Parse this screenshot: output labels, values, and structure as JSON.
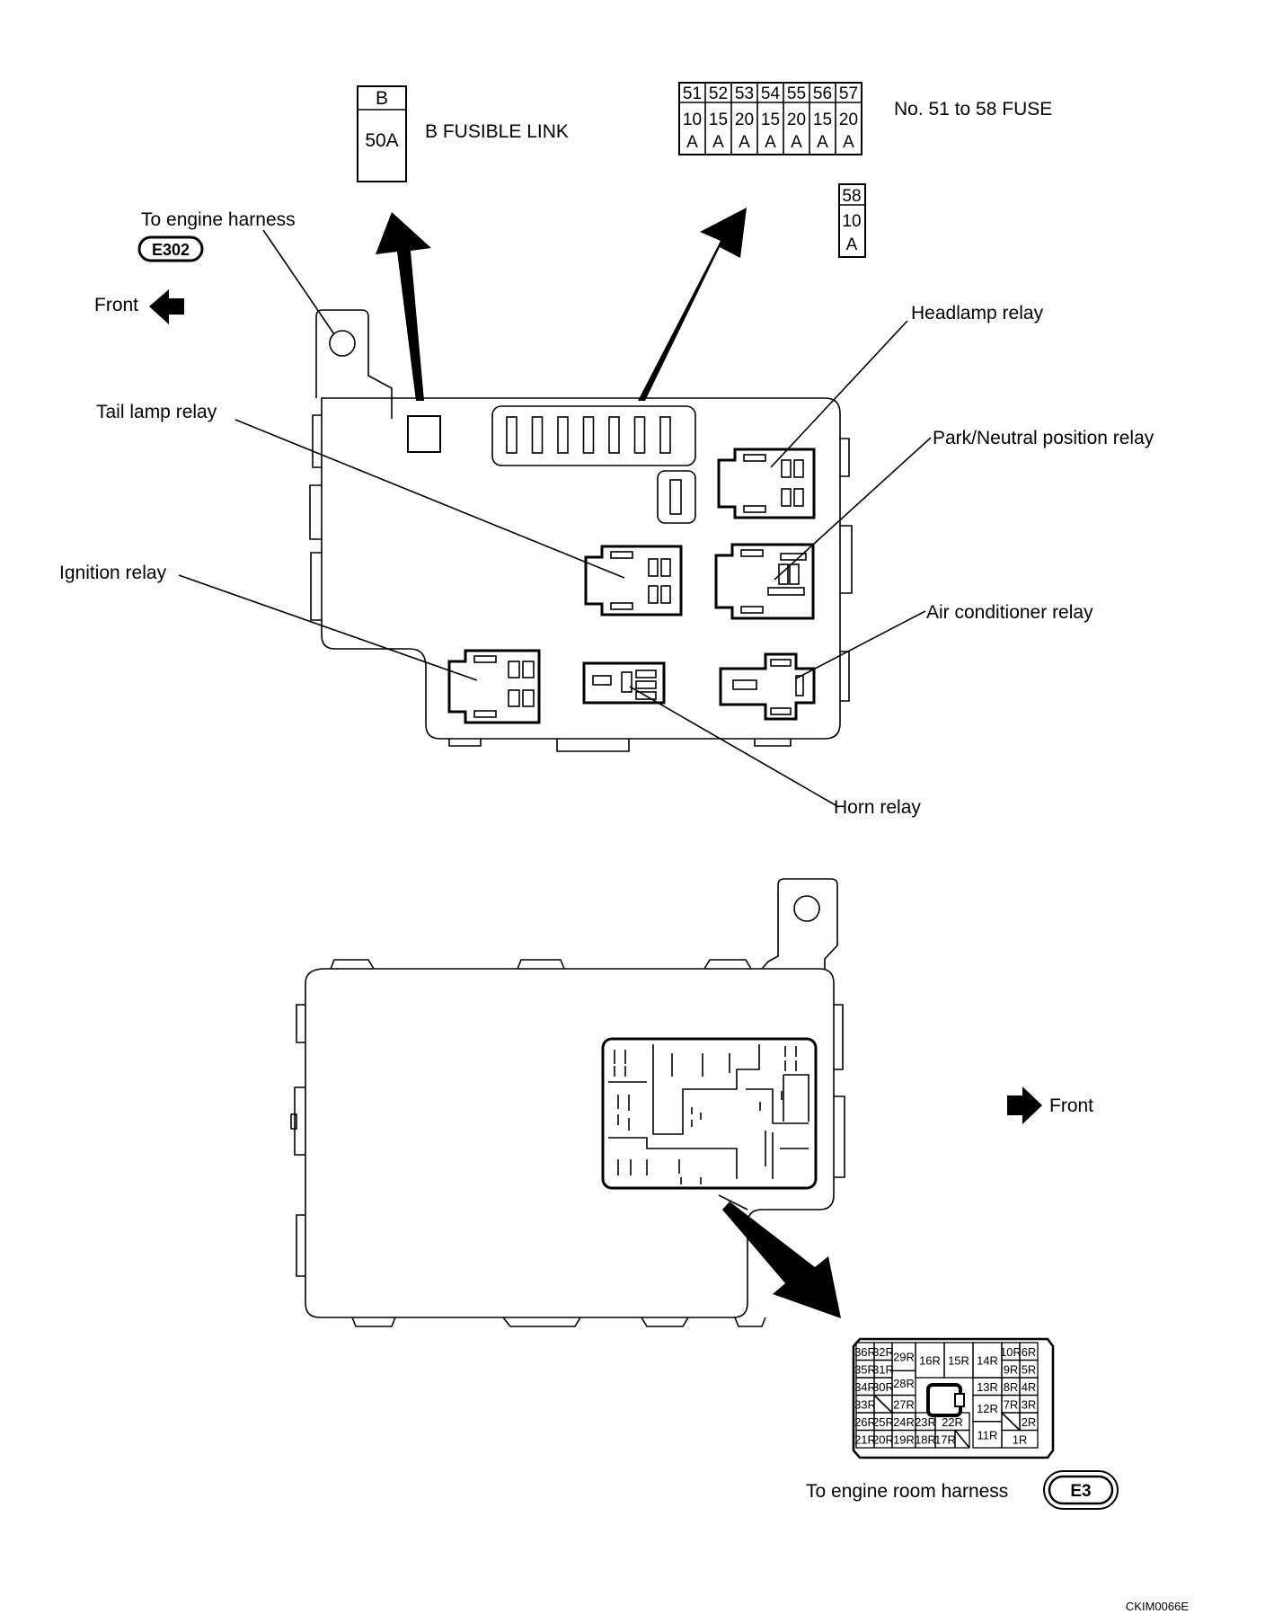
{
  "top_view": {
    "fusible_link": {
      "letter": "B",
      "rating": "50A",
      "label": "B FUSIBLE LINK"
    },
    "fuse_block": {
      "label": "No. 51 to 58 FUSE",
      "fuses": [
        {
          "no": "51",
          "amp": "10",
          "unit": "A"
        },
        {
          "no": "52",
          "amp": "15",
          "unit": "A"
        },
        {
          "no": "53",
          "amp": "20",
          "unit": "A"
        },
        {
          "no": "54",
          "amp": "15",
          "unit": "A"
        },
        {
          "no": "55",
          "amp": "20",
          "unit": "A"
        },
        {
          "no": "56",
          "amp": "15",
          "unit": "A"
        },
        {
          "no": "57",
          "amp": "20",
          "unit": "A"
        }
      ],
      "extra_fuse": {
        "no": "58",
        "amp": "10",
        "unit": "A"
      }
    },
    "engine_harness": {
      "label": "To engine harness",
      "connector": "E302"
    },
    "front_label": "Front",
    "relays": {
      "headlamp": "Headlamp relay",
      "tail_lamp": "Tail lamp relay",
      "park_neutral": "Park/Neutral position relay",
      "ignition": "Ignition relay",
      "air_conditioner": "Air conditioner relay",
      "horn": "Horn relay"
    }
  },
  "bottom_view": {
    "front_label": "Front",
    "engine_room_harness": {
      "label": "To engine room harness",
      "connector": "E3"
    },
    "connector_terminals": [
      "36R",
      "32R",
      "29R",
      "16R",
      "15R",
      "14R",
      "10R",
      "6R",
      "35R",
      "31R",
      "9R",
      "5R",
      "34R",
      "30R",
      "28R",
      "13R",
      "8R",
      "4R",
      "33R",
      "27R",
      "7R",
      "3R",
      "12R",
      "2R",
      "26R",
      "25R",
      "24R",
      "23R",
      "22R",
      "21R",
      "20R",
      "19R",
      "18R",
      "17R",
      "11R",
      "1R"
    ]
  },
  "figure_code": "CKIM0066E"
}
